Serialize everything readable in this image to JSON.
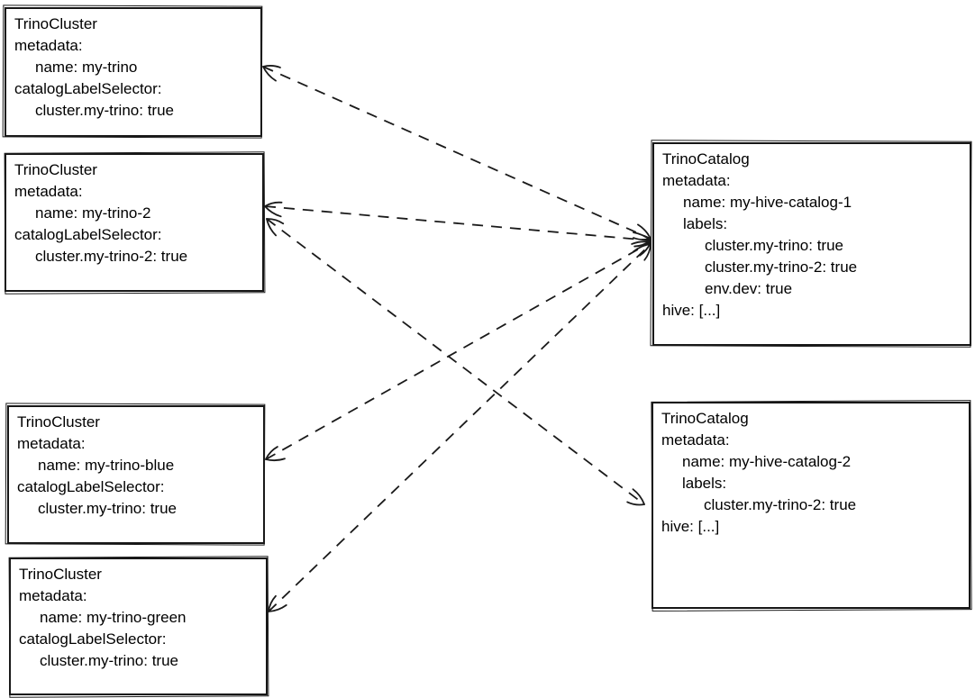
{
  "diagram": {
    "background_color": "#ffffff",
    "stroke_color": "#1a1a1a",
    "boxes": [
      {
        "id": "cluster-my-trino",
        "kind": "TrinoCluster",
        "lines": [
          "metadata:",
          "name: my-trino",
          "catalogLabelSelector:",
          "cluster.my-trino: true"
        ]
      },
      {
        "id": "cluster-my-trino-2",
        "kind": "TrinoCluster",
        "lines": [
          "metadata:",
          "name: my-trino-2",
          "catalogLabelSelector:",
          "cluster.my-trino-2: true"
        ]
      },
      {
        "id": "cluster-my-trino-blue",
        "kind": "TrinoCluster",
        "lines": [
          "metadata:",
          "name: my-trino-blue",
          "catalogLabelSelector:",
          "cluster.my-trino: true"
        ]
      },
      {
        "id": "cluster-my-trino-green",
        "kind": "TrinoCluster",
        "lines": [
          "metadata:",
          "name: my-trino-green",
          "catalogLabelSelector:",
          "cluster.my-trino: true"
        ]
      },
      {
        "id": "catalog-my-hive-catalog-1",
        "kind": "TrinoCatalog",
        "lines": [
          "metadata:",
          "name: my-hive-catalog-1",
          "labels:",
          "cluster.my-trino: true",
          "cluster.my-trino-2: true",
          "env.dev: true",
          "hive: [...]"
        ]
      },
      {
        "id": "catalog-my-hive-catalog-2",
        "kind": "TrinoCatalog",
        "lines": [
          "metadata:",
          "name: my-hive-catalog-2",
          "labels:",
          "cluster.my-trino-2: true",
          "hive: [...]"
        ]
      }
    ],
    "edges": [
      {
        "from": "cluster-my-trino",
        "to": "catalog-my-hive-catalog-1",
        "style": "dashed",
        "arrowheads": "both"
      },
      {
        "from": "cluster-my-trino-2",
        "to": "catalog-my-hive-catalog-1",
        "style": "dashed",
        "arrowheads": "both"
      },
      {
        "from": "cluster-my-trino-2",
        "to": "catalog-my-hive-catalog-2",
        "style": "dashed",
        "arrowheads": "both"
      },
      {
        "from": "cluster-my-trino-blue",
        "to": "catalog-my-hive-catalog-1",
        "style": "dashed",
        "arrowheads": "both"
      },
      {
        "from": "cluster-my-trino-green",
        "to": "catalog-my-hive-catalog-1",
        "style": "dashed",
        "arrowheads": "both"
      }
    ]
  }
}
